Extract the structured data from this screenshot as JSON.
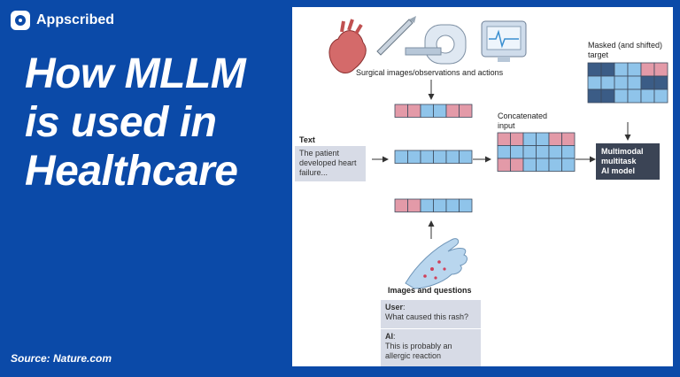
{
  "brand": {
    "name": "Appscribed"
  },
  "headline": {
    "line1": "How MLLM",
    "line2": "is used in",
    "line3": "Healthcare"
  },
  "source": "Source: Nature.com",
  "figure": {
    "surgical_label": "Surgical images/observations and actions",
    "text_heading": "Text",
    "text_example": [
      "The patient",
      "developed heart",
      "failure..."
    ],
    "concat_label": [
      "Concatenated",
      "input"
    ],
    "target_label": [
      "Masked (and shifted)",
      "target"
    ],
    "model_label": [
      "Multimodal",
      "multitask",
      "AI model"
    ],
    "images_heading": "Images and questions",
    "user_label": "User",
    "user_text": "What caused this rash?",
    "ai_label": "AI",
    "ai_text": [
      "This is probably an",
      "allergic reaction"
    ]
  },
  "colors": {
    "background": "#0b4aa8",
    "pink": "#e39aa8",
    "blue": "#8fc4ea",
    "dark_pink": "#b05a6a",
    "dark_blue": "#3b5c86"
  }
}
